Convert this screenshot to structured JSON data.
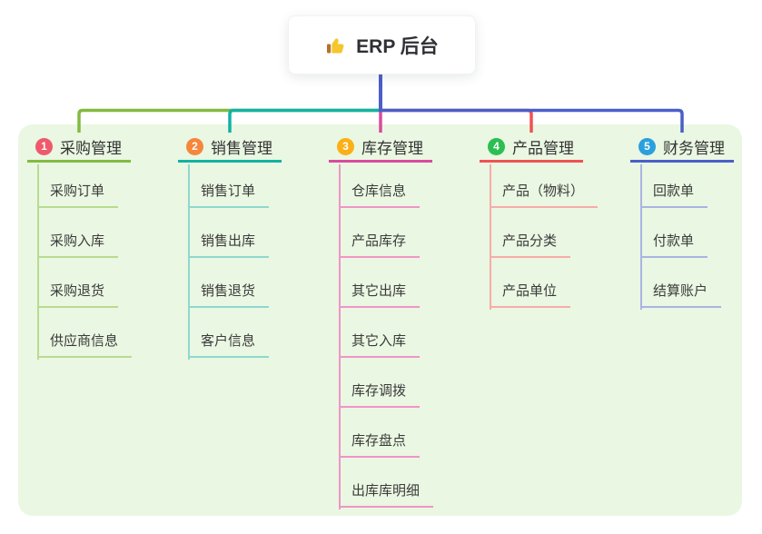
{
  "root": {
    "icon": "thumbs-up-icon",
    "title": "ERP 后台"
  },
  "branches": [
    {
      "num": "1",
      "label": "采购管理",
      "badge_color": "#ee5a6b",
      "line_color": "#82bb40",
      "light_color": "#b9db90",
      "children": [
        "采购订单",
        "采购入库",
        "采购退货",
        "供应商信息"
      ]
    },
    {
      "num": "2",
      "label": "销售管理",
      "badge_color": "#f6863b",
      "line_color": "#12b2a2",
      "light_color": "#8ed8cf",
      "children": [
        "销售订单",
        "销售出库",
        "销售退货",
        "客户信息"
      ]
    },
    {
      "num": "3",
      "label": "库存管理",
      "badge_color": "#fbb018",
      "line_color": "#d94a9e",
      "light_color": "#f095c7",
      "children": [
        "仓库信息",
        "产品库存",
        "其它出库",
        "其它入库",
        "库存调拨",
        "库存盘点",
        "出库库明细"
      ]
    },
    {
      "num": "4",
      "label": "产品管理",
      "badge_color": "#2dbe52",
      "line_color": "#f05253",
      "light_color": "#f8aba9",
      "children": [
        "产品（物料）",
        "产品分类",
        "产品单位"
      ]
    },
    {
      "num": "5",
      "label": "财务管理",
      "badge_color": "#2ba0dd",
      "line_color": "#4a5fc8",
      "light_color": "#a9b4e3",
      "children": [
        "回款单",
        "付款单",
        "结算账户"
      ]
    }
  ],
  "colors": {
    "stem": "#4c5ec8",
    "panel_bg": "#eaf7e2",
    "text": "#3a3a3a",
    "thumb_yellow": "#f6c62d",
    "thumb_cuff": "#b5712e"
  }
}
